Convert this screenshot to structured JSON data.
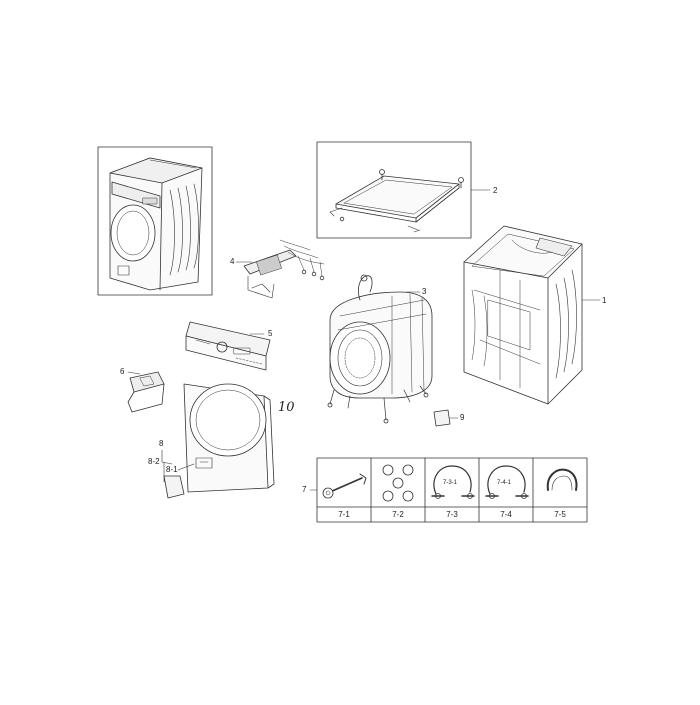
{
  "diagram": {
    "callouts": {
      "c1": "1",
      "c2": "2",
      "c3": "3",
      "c4": "4",
      "c5": "5",
      "c6": "6",
      "c7": "7",
      "c8": "8",
      "c8_2": "8-2",
      "c8_1": "8-1",
      "c9": "9",
      "c10": "10",
      "c7_3_1": "7-3-1",
      "c7_4_1": "7-4-1"
    },
    "accessory_cells": [
      "7-1",
      "7-2",
      "7-3",
      "7-4",
      "7-5"
    ]
  }
}
